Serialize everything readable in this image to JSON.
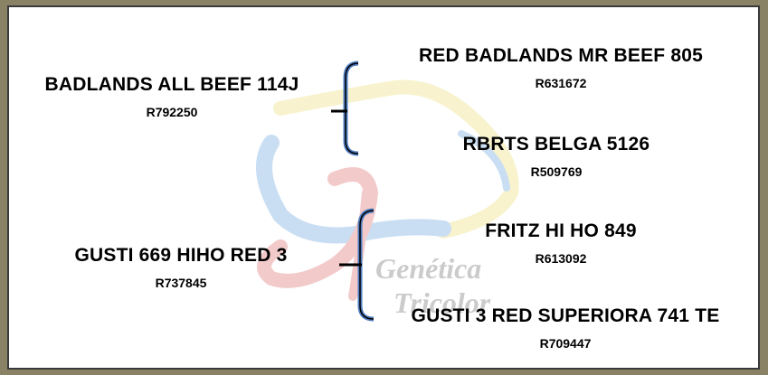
{
  "colors": {
    "frame": "#8a8265",
    "bracket_outer": "#4f7cbf",
    "bracket_inner": "#000000",
    "watermark_yellow": "#f3e9a6",
    "watermark_blue": "#9ec4ea",
    "watermark_red": "#e8a0a0"
  },
  "watermark": {
    "line1": "Genética",
    "line2": "Tricolor"
  },
  "pedigree": {
    "sire": {
      "name": "BADLANDS ALL BEEF 114J",
      "reg": "R792250",
      "sire": {
        "name": "RED BADLANDS MR BEEF 805",
        "reg": "R631672"
      },
      "dam": {
        "name": "RBRTS BELGA 5126",
        "reg": "R509769"
      }
    },
    "dam": {
      "name": "GUSTI 669 HIHO RED 3",
      "reg": "R737845",
      "sire": {
        "name": "FRITZ HI HO 849",
        "reg": "R613092"
      },
      "dam": {
        "name": "GUSTI 3 RED SUPERIORA 741 TE",
        "reg": "R709447"
      }
    }
  }
}
